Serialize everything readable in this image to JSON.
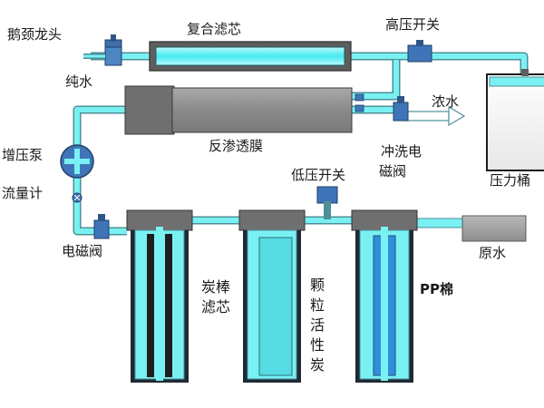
{
  "labels": {
    "gooseneck_faucet": "鹅颈龙头",
    "composite_filter": "复合滤芯",
    "high_pressure_switch": "高压开关",
    "pure_water": "纯水",
    "ro_membrane": "反渗透膜",
    "waste_water": "浓水",
    "booster_pump": "增压泵",
    "flush_valve_line1": "冲洗电",
    "flush_valve_line2": "磁阀",
    "pressure_tank": "压力桶",
    "flow_meter": "流量计",
    "low_pressure_switch": "低压开关",
    "solenoid_valve": "电磁阀",
    "raw_water": "原水",
    "carbon_rod_filter": "炭棒滤芯",
    "granular_carbon": "颗粒活性炭",
    "pp_cotton": "PP棉"
  },
  "colors": {
    "water": "#79f1f3",
    "pipe_outline": "#4d8f98",
    "housing_gray": "#8e8e8e",
    "cap_gray": "#6f6f6f",
    "device_blue": "#3f75b8",
    "filter_core": "#2f8fd8"
  }
}
